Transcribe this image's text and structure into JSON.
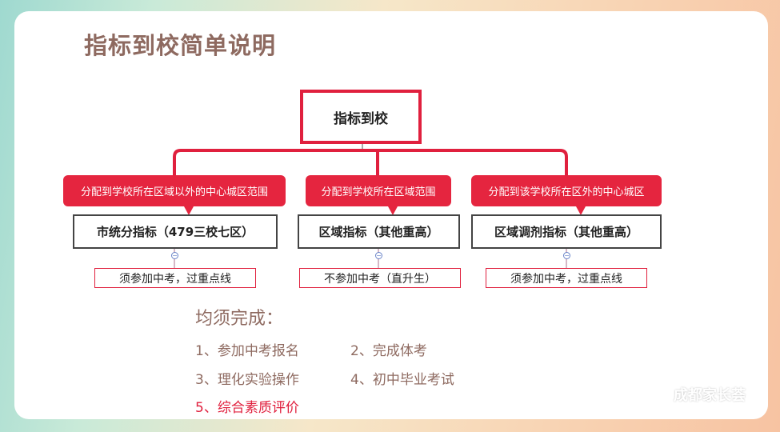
{
  "title": "指标到校简单说明",
  "diagram": {
    "root": "指标到校",
    "branches": [
      {
        "callout": "分配到学校所在区域以外的中心城区范围",
        "node": "市统分指标（479三校七区）",
        "leaf": "须参加中考，过重点线"
      },
      {
        "callout": "分配到学校所在区域范围",
        "node": "区域指标（其他重高）",
        "leaf": "不参加中考（直升生）"
      },
      {
        "callout": "分配到该学校所在区外的中心城区",
        "node": "区域调剂指标（其他重高）",
        "leaf": "须参加中考，过重点线"
      }
    ],
    "collapse_symbol": "−"
  },
  "requirements": {
    "heading": "均须完成：",
    "items": [
      "1、参加中考报名",
      "2、完成体考",
      "3、理化实验操作",
      "4、初中毕业考试",
      "5、综合素质评价"
    ],
    "highlight_color": "#e0203e"
  },
  "watermark": {
    "text": "成都家长荟",
    "icon": "wechat-icon"
  },
  "colors": {
    "accent": "#e0203e",
    "title": "#8e6a60"
  }
}
